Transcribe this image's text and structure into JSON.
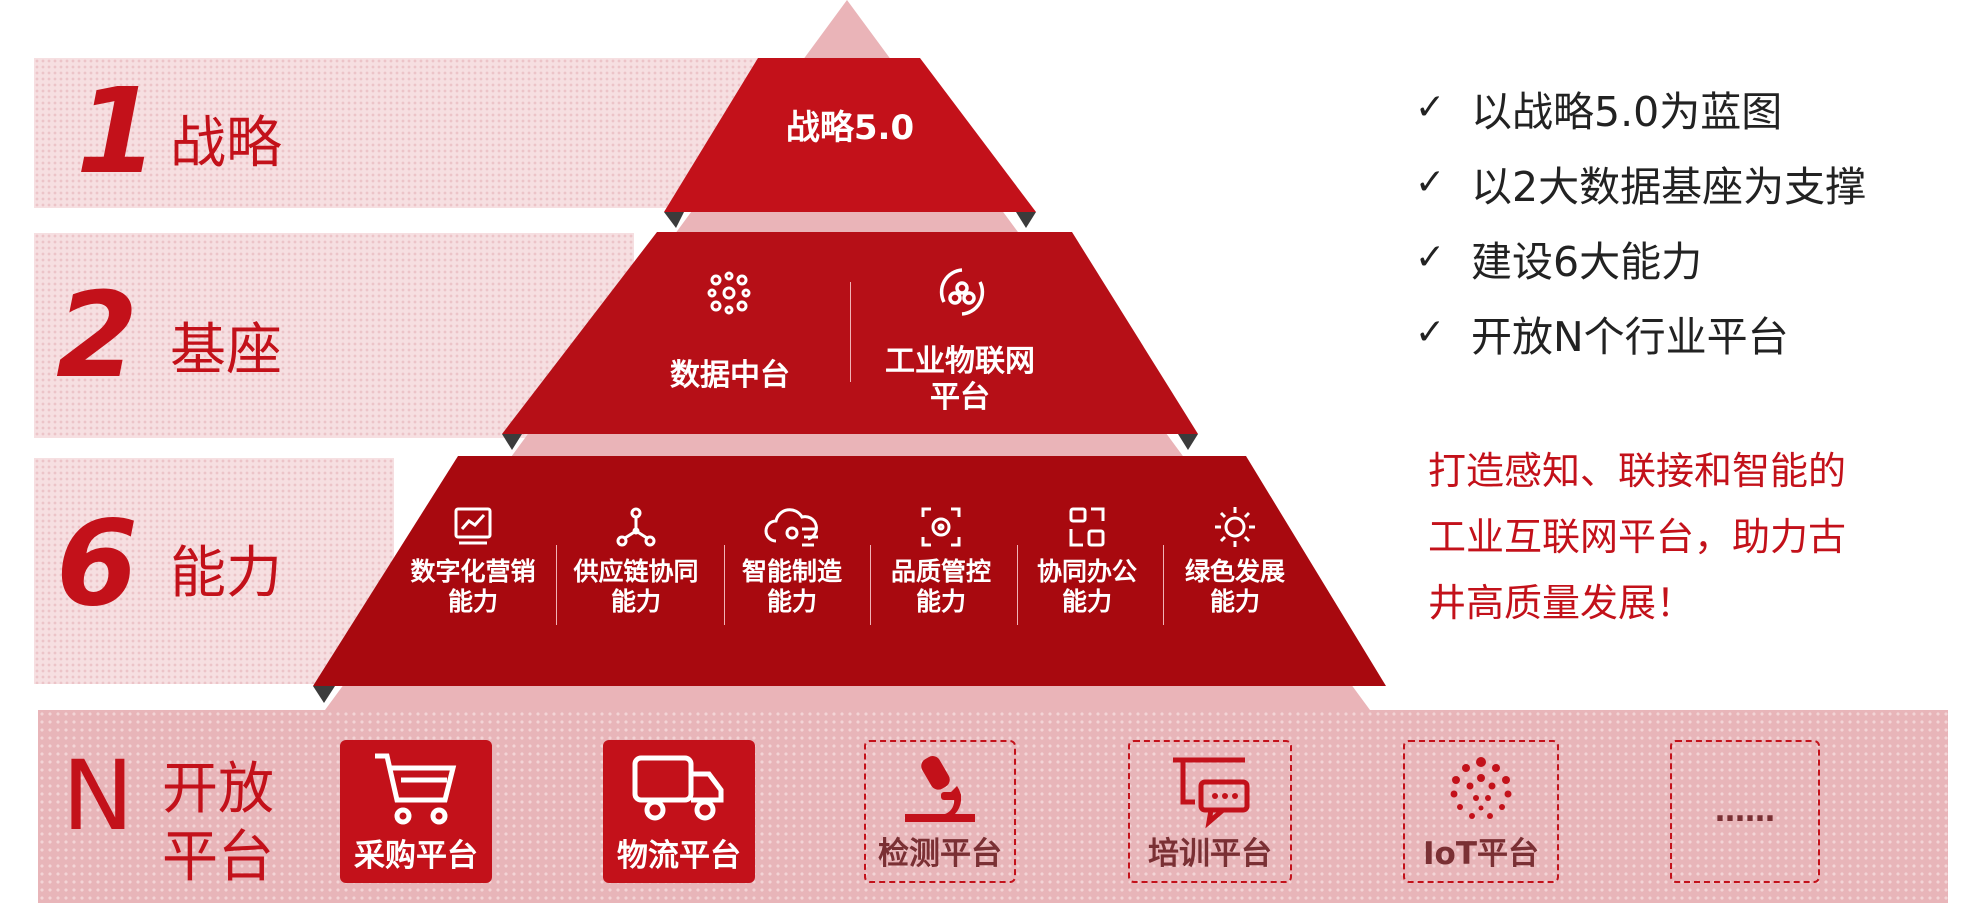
{
  "rows": {
    "r1": {
      "num": "1",
      "label": "战略"
    },
    "r2": {
      "num": "2",
      "label": "基座"
    },
    "r3": {
      "num": "6",
      "label": "能力"
    },
    "r4": {
      "num": "N",
      "label_line1": "开放",
      "label_line2": "平台"
    }
  },
  "pyramid": {
    "top": "战略5.0",
    "base_items": [
      {
        "label": "数据中台",
        "icon": "data-hub-icon"
      },
      {
        "label_line1": "工业物联网",
        "label_line2": "平台",
        "icon": "iot-network-icon"
      }
    ],
    "capabilities": [
      {
        "line1": "数字化营销",
        "line2": "能力",
        "icon": "chart-board-icon"
      },
      {
        "line1": "供应链协同",
        "line2": "能力",
        "icon": "network-nodes-icon"
      },
      {
        "line1": "智能制造",
        "line2": "能力",
        "icon": "cloud-gear-icon"
      },
      {
        "line1": "品质管控",
        "line2": "能力",
        "icon": "quality-scan-icon"
      },
      {
        "line1": "协同办公",
        "line2": "能力",
        "icon": "office-screens-icon"
      },
      {
        "line1": "绿色发展",
        "line2": "能力",
        "icon": "sun-icon"
      }
    ]
  },
  "checklist": [
    "以战略5.0为蓝图",
    "以2大数据基座为支撑",
    "建设6大能力",
    "开放N个行业平台"
  ],
  "slogan": {
    "line1": "打造感知、联接和智能的",
    "line2": "工业互联网平台，助力古",
    "line3": "井高质量发展！"
  },
  "platforms": [
    {
      "label": "采购平台",
      "style": "solid",
      "icon": "shopping-cart-icon"
    },
    {
      "label": "物流平台",
      "style": "solid",
      "icon": "truck-icon"
    },
    {
      "label": "检测平台",
      "style": "dashed",
      "icon": "microscope-icon"
    },
    {
      "label": "培训平台",
      "style": "dashed",
      "icon": "training-board-icon"
    },
    {
      "label": "IoT平台",
      "style": "dashed",
      "icon": "iot-dots-icon"
    },
    {
      "label": "……",
      "style": "dashed",
      "icon": ""
    }
  ],
  "colors": {
    "primary": "#c3111a",
    "dark": "#a8090f",
    "pink": "#e8b5b9",
    "light": "#f6dfe1"
  }
}
